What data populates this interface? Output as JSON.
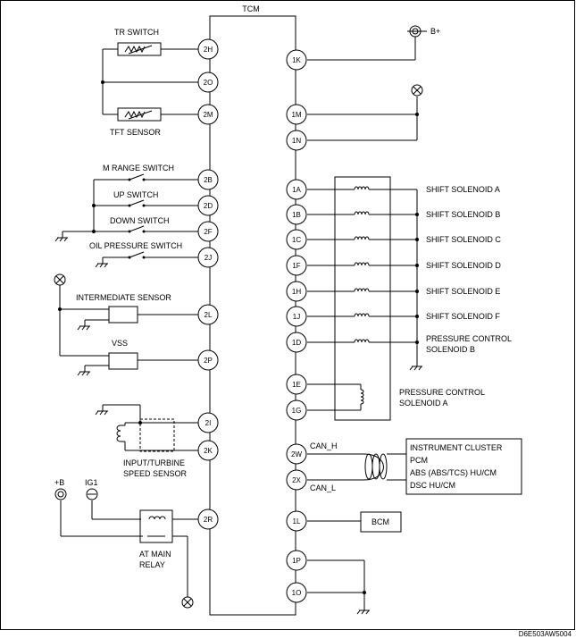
{
  "title": "TCM",
  "figure_code": "D6E503AW5004",
  "left_pins": [
    "2H",
    "2O",
    "2M",
    "2B",
    "2D",
    "2F",
    "2J",
    "2L",
    "2P",
    "2I",
    "2K",
    "2R"
  ],
  "right_pins": [
    "1K",
    "1M",
    "1N",
    "1A",
    "1B",
    "1C",
    "1F",
    "1H",
    "1J",
    "1D",
    "1E",
    "1G",
    "2W",
    "2X",
    "1L",
    "1P",
    "1O"
  ],
  "labels": {
    "tr_switch": "TR SWITCH",
    "tft_sensor": "TFT SENSOR",
    "m_range_switch": "M RANGE SWITCH",
    "up_switch": "UP SWITCH",
    "down_switch": "DOWN SWITCH",
    "oil_pressure_switch": "OIL PRESSURE SWITCH",
    "intermediate_sensor": "INTERMEDIATE SENSOR",
    "vss": "VSS",
    "input_turbine_1": "INPUT/TURBINE",
    "input_turbine_2": "SPEED SENSOR",
    "plus_b": "+B",
    "ig1": "IG1",
    "at_main_relay_1": "AT MAIN",
    "at_main_relay_2": "RELAY",
    "b_plus": "B+",
    "shift_solenoid_a": "SHIFT SOLENOID A",
    "shift_solenoid_b": "SHIFT SOLENOID B",
    "shift_solenoid_c": "SHIFT SOLENOID C",
    "shift_solenoid_d": "SHIFT SOLENOID D",
    "shift_solenoid_e": "SHIFT SOLENOID E",
    "shift_solenoid_f": "SHIFT SOLENOID F",
    "pcs_b_1": "PRESSURE CONTROL",
    "pcs_b_2": "SOLENOID B",
    "pcs_a_1": "PRESSURE CONTROL",
    "pcs_a_2": "SOLENOID A",
    "can_h": "CAN_H",
    "can_l": "CAN_L",
    "cluster_lines": [
      "INSTRUMENT CLUSTER",
      "PCM",
      "ABS (ABS/TCS) HU/CM",
      "DSC HU/CM"
    ],
    "bcm": "BCM"
  }
}
